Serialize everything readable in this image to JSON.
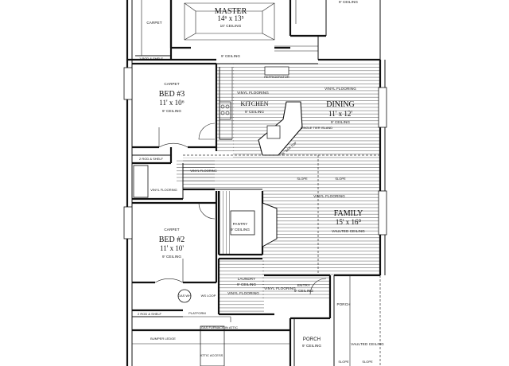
{
  "rooms": {
    "master": {
      "name": "MASTER",
      "dim": "14⁶ x 13⁵",
      "ceiling": "10' CEILING"
    },
    "bed3": {
      "floor": "CARPET",
      "name": "BED #3",
      "dim": "11' x 10⁶",
      "ceiling": "9' CEILING"
    },
    "bed2": {
      "floor": "CARPET",
      "name": "BED #2",
      "dim": "11' x 10'",
      "ceiling": "9' CEILING"
    },
    "dining": {
      "floor": "VINYL FLOORING",
      "name": "DINING",
      "dim": "11' x 12'",
      "ceiling": "9' CEILING"
    },
    "kitchen": {
      "floor": "VINYL FLOORING",
      "name": "KITCHEN",
      "ceiling": "9' CEILING"
    },
    "family": {
      "floor": "VINYL FLOORING",
      "name": "FAMILY",
      "dim": "15' x 16⁰",
      "ceiling": "VAULTED CEILING"
    },
    "pantry": {
      "name": "PANTRY",
      "ceiling": "9' CEILING"
    },
    "laundry": {
      "name": "LAUNDRY",
      "ceiling": "9' CEILING",
      "floor": "VINYL FLOORING"
    },
    "entry": {
      "floor": "VINYL FLOORING",
      "name": "ENTRY",
      "ceiling": "9' CEILING"
    },
    "porch_front": {
      "name": "PORCH",
      "ceiling": "9' CEILING"
    },
    "porch_side": {
      "name": "PORCH",
      "ceiling": "VAULTED CEILING"
    },
    "carpet_top": "CARPET",
    "ceiling_9": "9' CEILING",
    "ceiling_9_right": "9' CEILING"
  },
  "labels": {
    "rod_shelf_1": "1 ROD & SHELF",
    "rod_shelf_2": "2 ROD & SHELF",
    "rod_shelf_3": "2 ROD & SHELF",
    "refrigerator": "REFRIGERATOR",
    "single_tier_island": "SINGLE TIER ISLAND",
    "bar_top": "36\" BAR TOP",
    "vinyl_flooring_1": "VINYL FLOORING",
    "vinyl_flooring_2": "VINYL FLOORING",
    "slope_1": "SLOPE",
    "slope_2": "SLOPE",
    "slope_3": "SLOPE",
    "slope_4": "SLOPE",
    "gas_wh": "GAS WH",
    "ws_loop": "WS LOOP",
    "platform": "PLATFORM",
    "gas_furnace": "GAS FURNACE IN ATTIC",
    "bumper_ledge": "BUMPER LEDGE",
    "attic_access": "ATTIC ACCESS",
    "top_right_ceiling": "9' CEILING"
  }
}
